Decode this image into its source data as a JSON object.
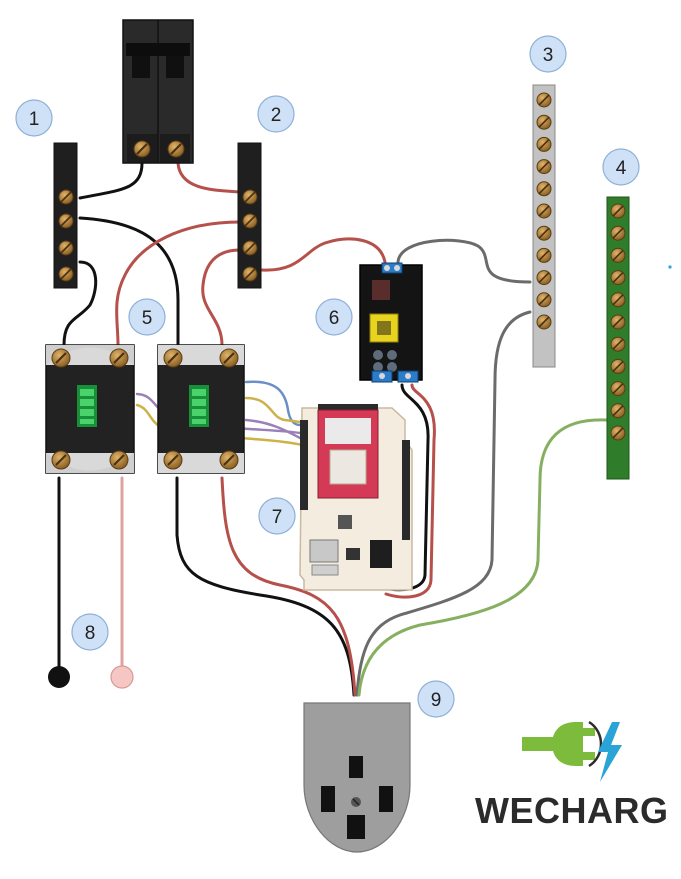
{
  "callouts": [
    {
      "id": "1",
      "label": "1"
    },
    {
      "id": "2",
      "label": "2"
    },
    {
      "id": "3",
      "label": "3"
    },
    {
      "id": "4",
      "label": "4"
    },
    {
      "id": "5",
      "label": "5"
    },
    {
      "id": "6",
      "label": "6"
    },
    {
      "id": "7",
      "label": "7"
    },
    {
      "id": "8",
      "label": "8"
    },
    {
      "id": "9",
      "label": "9"
    }
  ],
  "logo": {
    "text": "WECHARG",
    "plug_color": "#7dbb3c",
    "bolt_color": "#2aa3d6"
  },
  "colors": {
    "badge_fill": "#cfe1f7",
    "badge_stroke": "#8fb0d8",
    "black_wire": "#111111",
    "red_wire": "#b5504a",
    "gray_wire": "#6b6b6b",
    "green_wire": "#86b060",
    "purple_wire": "#9b80b8",
    "yellow_wire": "#cdb24a",
    "blue_wire": "#6b8ec7",
    "ground_bar": "#2f7d2a",
    "neutral_bar": "#c2c2c2",
    "terminal": "#a87b35",
    "outlet": "#9e9e9e"
  }
}
